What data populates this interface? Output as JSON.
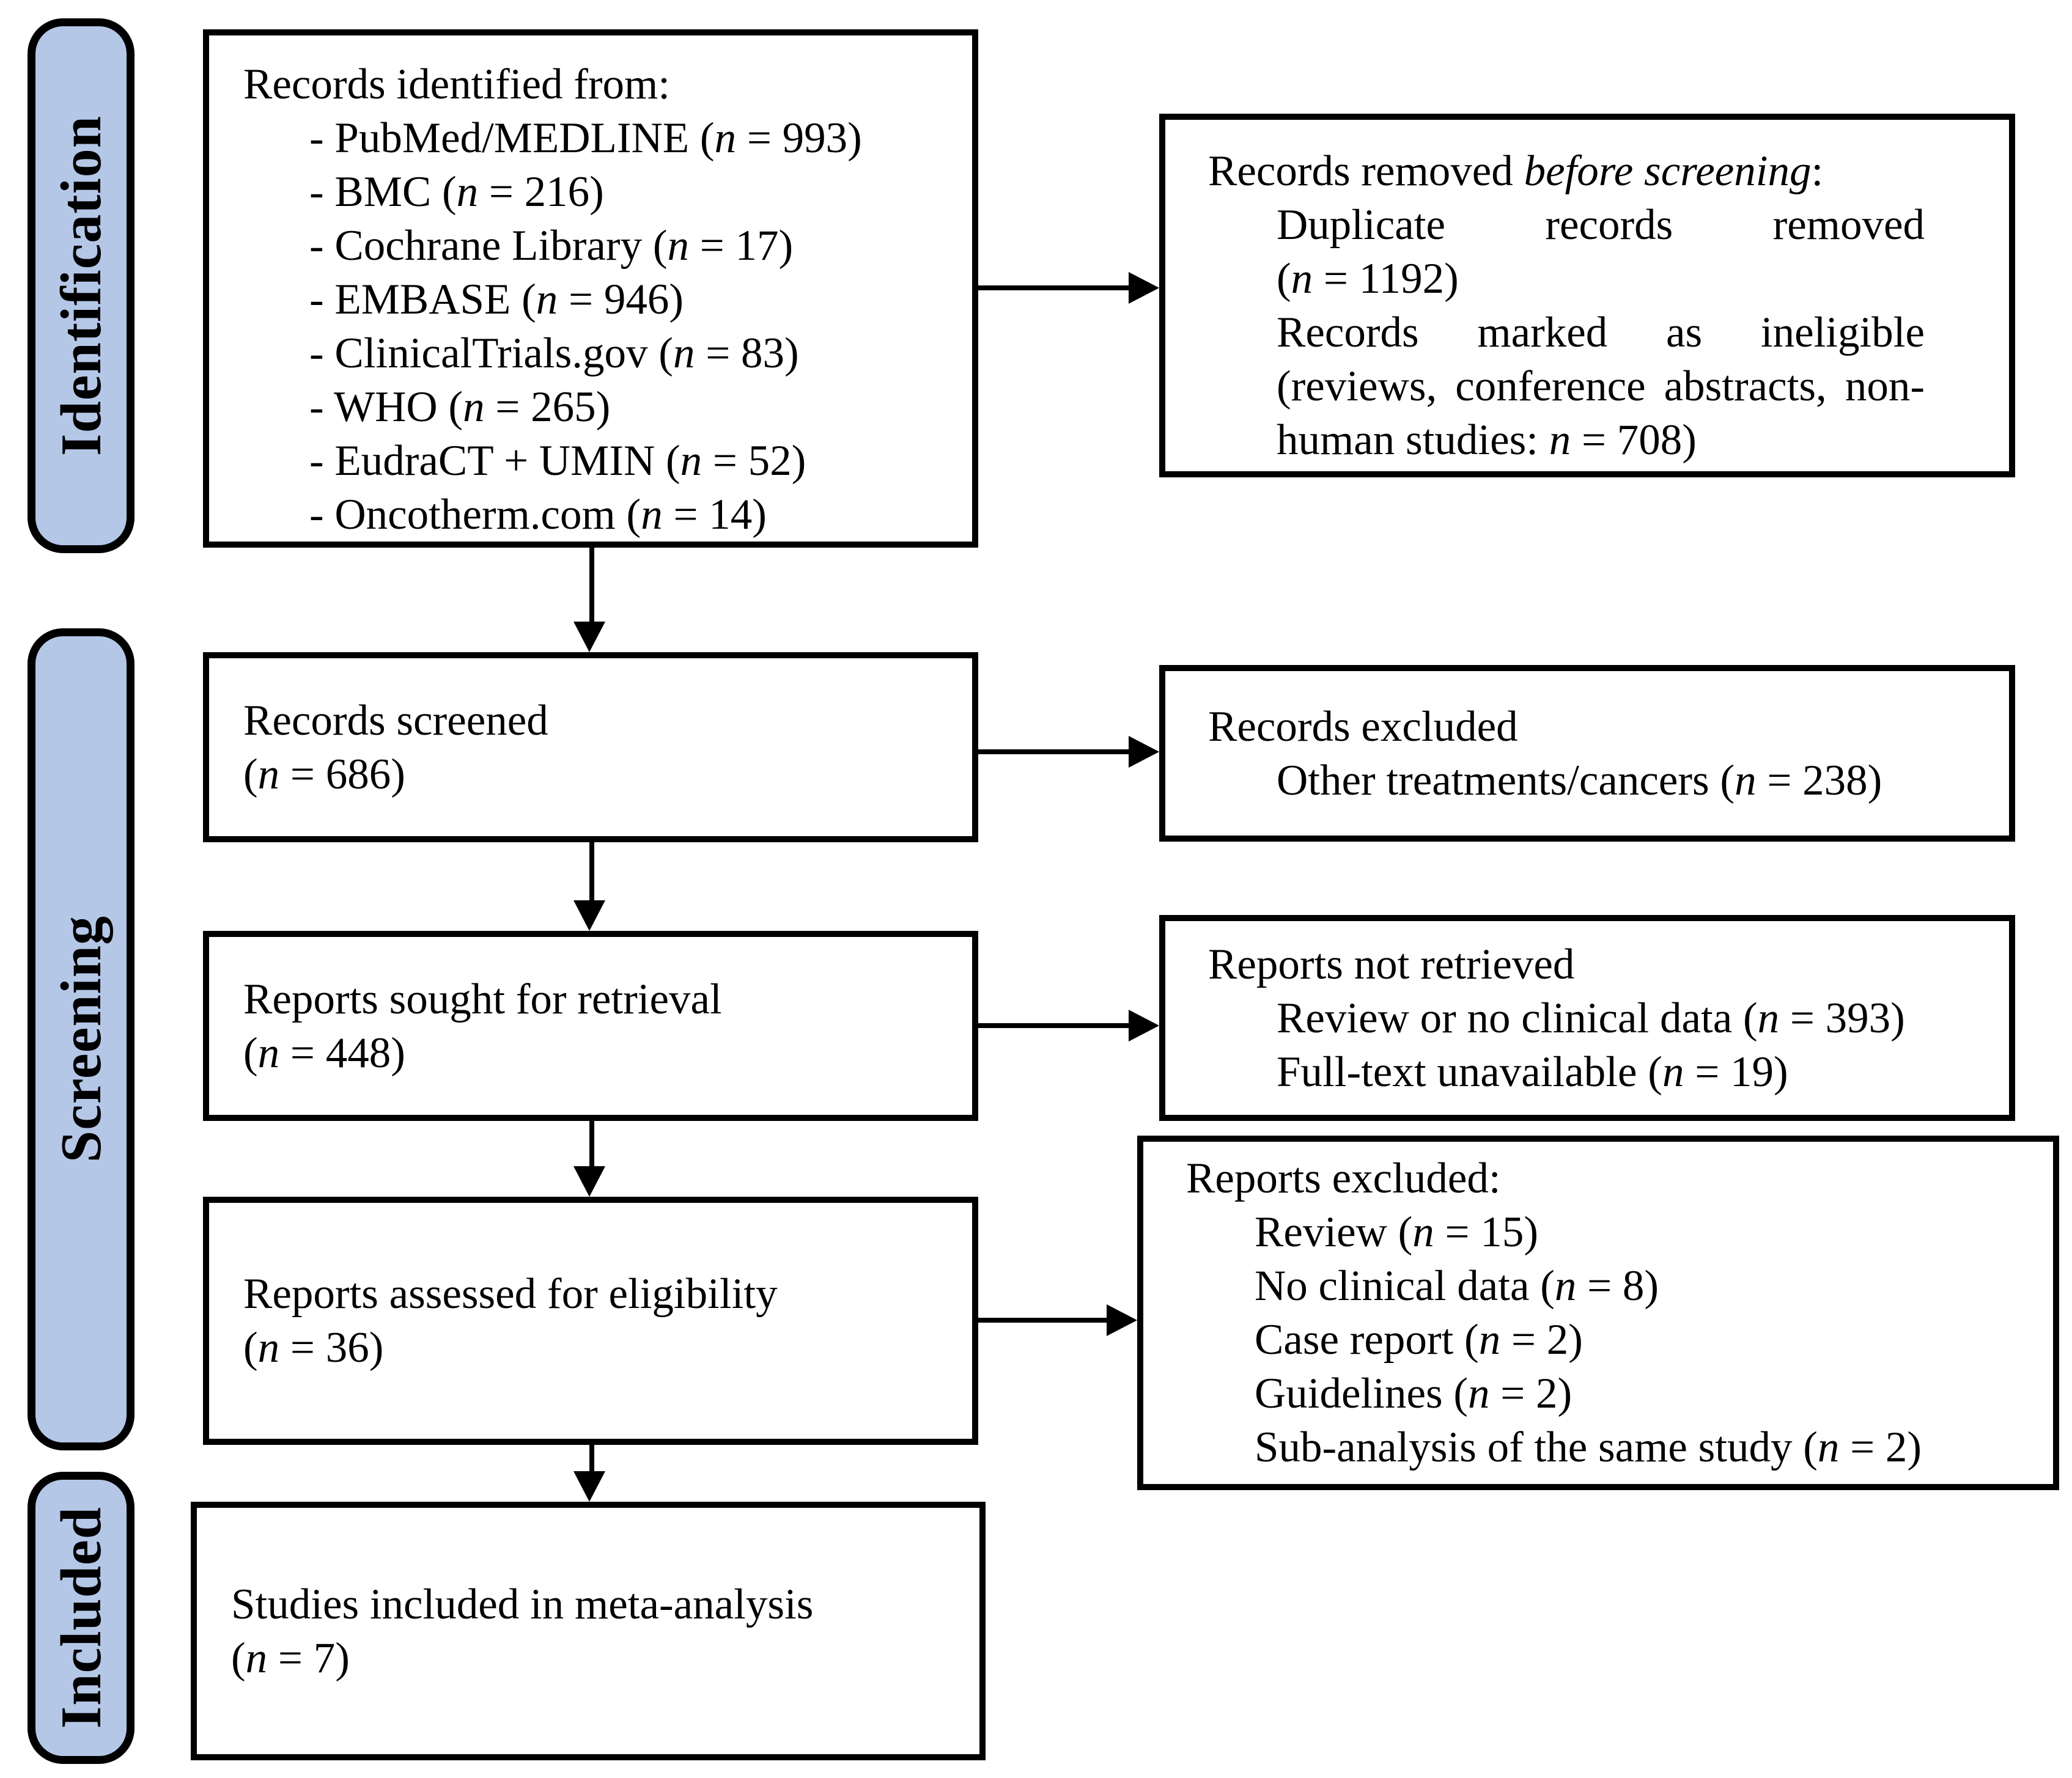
{
  "figure": {
    "type": "PRISMA flow diagram",
    "colors": {
      "stage_fill": "#b4c7e7",
      "line": "#000000",
      "box_fill": "#ffffff",
      "text": "#000000"
    },
    "stages": [
      {
        "label": "Identification"
      },
      {
        "label": "Screening"
      },
      {
        "label": "Included"
      }
    ],
    "boxes": {
      "identified": {
        "title": "Records identified from:",
        "items": [
          "- PubMed/MEDLINE (*n* = 993)",
          "- BMC (*n* = 216)",
          "- Cochrane Library (*n* = 17)",
          "- EMBASE (*n* = 946)",
          "- ClinicalTrials.gov (*n* = 83)",
          "- WHO (*n* = 265)",
          "- EudraCT + UMIN (*n* = 52)",
          "- Oncotherm.com (*n* = 14)"
        ]
      },
      "removed_before_screening": {
        "title": "Records removed *before screening*:",
        "items": [
          "Duplicate records removed (*n* = 1192)",
          "Records marked as ineligible (reviews, conference abstracts, non-human studies: *n* = 708)"
        ]
      },
      "screened": {
        "lines": [
          "Records screened",
          "(*n* = 686)"
        ]
      },
      "records_excluded": {
        "title": "Records excluded",
        "items": [
          "Other treatments/cancers (*n* = 238)"
        ]
      },
      "sought": {
        "lines": [
          "Reports sought for retrieval",
          "(*n* = 448)"
        ]
      },
      "not_retrieved": {
        "title": "Reports not retrieved",
        "items": [
          "Review or no clinical data (*n* = 393)",
          "Full-text unavailable (*n* = 19)"
        ]
      },
      "assessed": {
        "lines": [
          "Reports assessed for eligibility",
          "(*n* = 36)"
        ]
      },
      "reports_excluded": {
        "title": "Reports excluded:",
        "items": [
          "Review (*n* = 15)",
          "No clinical data (*n* = 8)",
          "Case report (*n* = 2)",
          "Guidelines (*n* = 2)",
          "Sub-analysis of the same study (*n* = 2)"
        ]
      },
      "included": {
        "lines": [
          "Studies included in meta-analysis",
          "(*n* = 7)"
        ]
      }
    }
  }
}
